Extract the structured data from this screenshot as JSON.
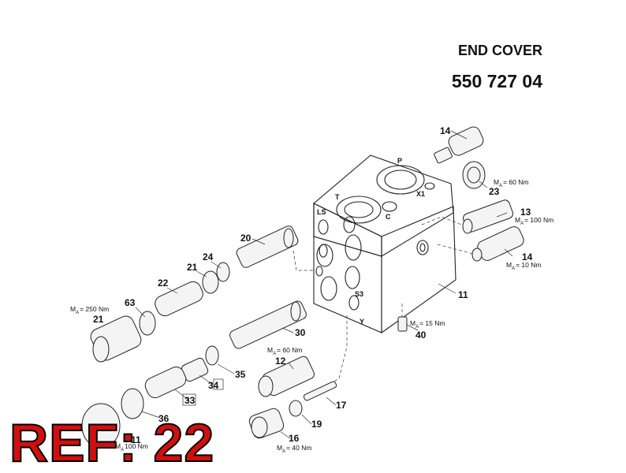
{
  "header": {
    "title": "END COVER",
    "part_number": "550 727 04"
  },
  "block": {
    "ports": [
      "P",
      "X1",
      "T",
      "C",
      "LS",
      "S3",
      "Y"
    ]
  },
  "callouts": [
    {
      "id": "c14a",
      "label": "14"
    },
    {
      "id": "c23",
      "label": "23"
    },
    {
      "id": "c13",
      "label": "13"
    },
    {
      "id": "c14b",
      "label": "14"
    },
    {
      "id": "c11",
      "label": "11"
    },
    {
      "id": "c40",
      "label": "40"
    },
    {
      "id": "c20",
      "label": "20"
    },
    {
      "id": "c24",
      "label": "24"
    },
    {
      "id": "c21a",
      "label": "21"
    },
    {
      "id": "c22",
      "label": "22"
    },
    {
      "id": "c63",
      "label": "63"
    },
    {
      "id": "c21b",
      "label": "21"
    },
    {
      "id": "c30",
      "label": "30"
    },
    {
      "id": "c12",
      "label": "12"
    },
    {
      "id": "c35",
      "label": "35"
    },
    {
      "id": "c34",
      "label": "34"
    },
    {
      "id": "c33",
      "label": "33"
    },
    {
      "id": "c17",
      "label": "17"
    },
    {
      "id": "c19",
      "label": "19"
    },
    {
      "id": "c36",
      "label": "36"
    },
    {
      "id": "c16",
      "label": "16"
    },
    {
      "id": "c11b",
      "label": "11"
    }
  ],
  "torques": [
    {
      "id": "t23",
      "value": "= 60 Nm"
    },
    {
      "id": "t13",
      "value": "= 100 Nm"
    },
    {
      "id": "t14",
      "value": "= 10 Nm"
    },
    {
      "id": "t40",
      "value": "= 15 Nm"
    },
    {
      "id": "t21",
      "value": "= 250 Nm"
    },
    {
      "id": "t12",
      "value": "= 60 Nm"
    },
    {
      "id": "t16",
      "value": "= 40 Nm"
    },
    {
      "id": "t36",
      "value": "100 Nm"
    }
  ],
  "torque_symbol": "M",
  "torque_sub": "A",
  "ref_label": "REF: 22"
}
